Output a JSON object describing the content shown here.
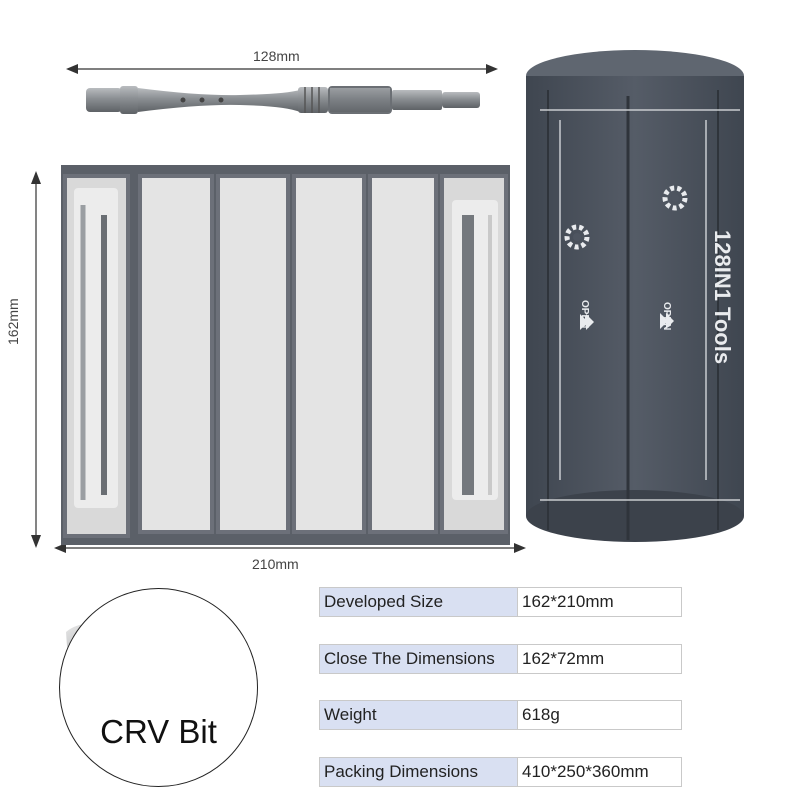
{
  "dimensions": {
    "handle_length": "128mm",
    "open_height": "162mm",
    "open_width": "210mm"
  },
  "case_print": {
    "title": "128IN1 Tools",
    "open_left": "OPEN",
    "open_right": "OPEN"
  },
  "bit_callout": {
    "label": "CRV Bit"
  },
  "specs": [
    {
      "label": "Developed Size",
      "value": "162*210mm"
    },
    {
      "label": "Close The Dimensions",
      "value": "162*72mm"
    },
    {
      "label": "Weight",
      "value": "618g"
    },
    {
      "label": "Packing Dimensions",
      "value": "410*250*360mm"
    }
  ],
  "colors": {
    "case_gray": "#4e5560",
    "tray_gray": "#6c7079",
    "tray_light": "#e6e6e6",
    "spec_label_bg": "#d9e0f2"
  },
  "icons": [
    "arrow-icon",
    "gear-icon",
    "chevron-right-icon"
  ]
}
